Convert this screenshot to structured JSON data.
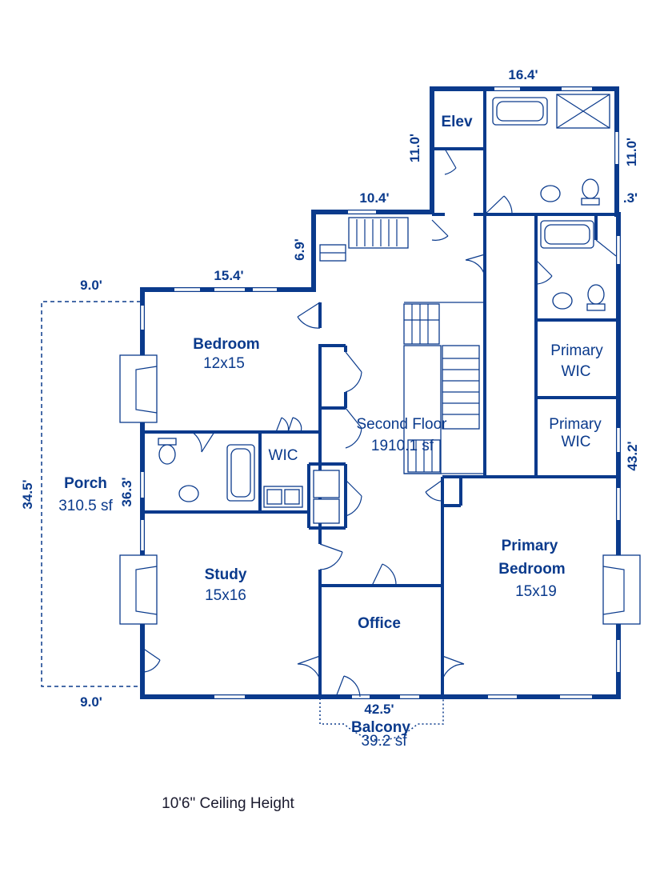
{
  "floor": {
    "label": "Second Floor",
    "area": "1910.1 sf",
    "ceiling_note": "10'6\" Ceiling Height",
    "wall_color": "#0a3a8c"
  },
  "rooms": {
    "bedroom": {
      "name": "Bedroom",
      "size": "12x15"
    },
    "wic": {
      "name": "WIC"
    },
    "study": {
      "name": "Study",
      "size": "15x16"
    },
    "office": {
      "name": "Office"
    },
    "primary_bedroom": {
      "name_line1": "Primary",
      "name_line2": "Bedroom",
      "size": "15x19"
    },
    "primary_wic_1": {
      "line1": "Primary",
      "line2": "WIC"
    },
    "primary_wic_2": {
      "line1": "Primary",
      "line2": "WIC"
    },
    "elevator": {
      "name": "Elev"
    },
    "porch": {
      "name": "Porch",
      "area": "310.5 sf"
    },
    "balcony": {
      "name": "Balcony",
      "area": "39.2 sf"
    }
  },
  "dimensions": {
    "top_bath_width": "16.4'",
    "elev_height": "11.0'",
    "bath_height": "11.0'",
    "bath_offset": ".3'",
    "stair_top": "10.4'",
    "stair_side": "6.9'",
    "bedroom_width": "15.4'",
    "porch_top": "9.0'",
    "porch_bottom": "9.0'",
    "porch_height": "34.5'",
    "west_wall": "36.3'",
    "east_wall": "43.2'",
    "south_wall": "42.5'"
  }
}
